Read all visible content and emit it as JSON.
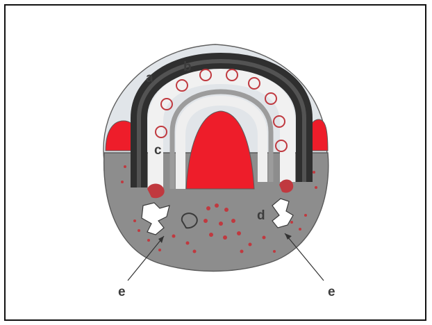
{
  "figure": {
    "labels": {
      "a": "a",
      "b": "b",
      "c": "c",
      "d": "d",
      "e_left": "e",
      "e_right": "e"
    },
    "colors": {
      "outer_fill": "#e1e5e9",
      "lower_fill": "#8d8d8d",
      "red": "#ee1d2a",
      "red_dots": "#c0393f",
      "dark_band": "#2f2f2f",
      "border": "#111111"
    }
  }
}
